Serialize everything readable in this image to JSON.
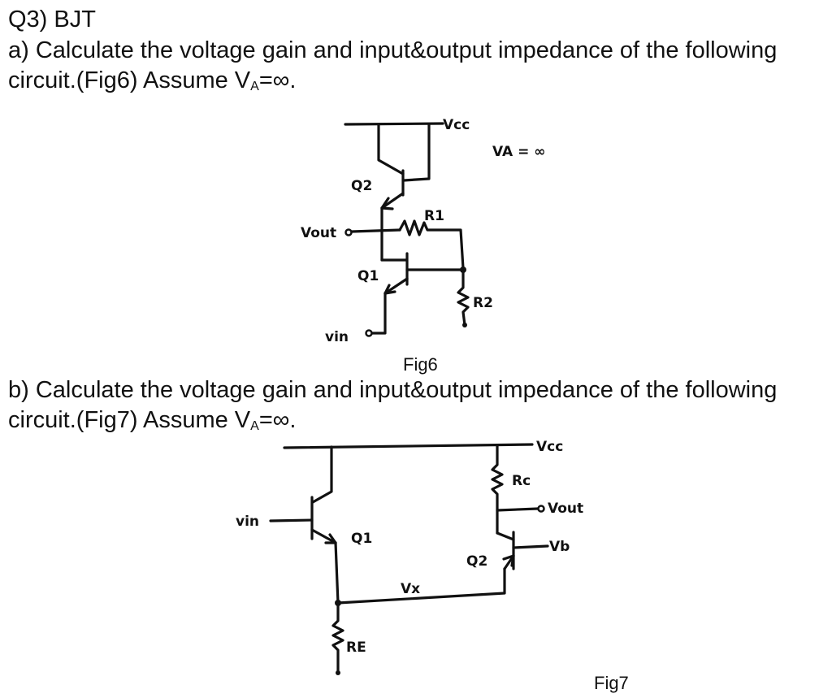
{
  "question": {
    "title": "Q3) BJT",
    "part_a": {
      "line1": "a)  Calculate the voltage gain and input&output impedance of the following",
      "line2_prefix": "circuit.(Fig6) Assume V",
      "subscript": "A",
      "line2_suffix": "=∞."
    },
    "part_b": {
      "line1": "b)  Calculate the voltage gain and input&output impedance of the following",
      "line2_prefix": "circuit.(Fig7) Assume V",
      "subscript": "A",
      "line2_suffix": "=∞."
    }
  },
  "fig6": {
    "caption": "Fig6",
    "labels": {
      "vcc": "Vcc",
      "va": "VA = ∞",
      "q2": "Q2",
      "q1": "Q1",
      "r1": "R1",
      "r2": "R2",
      "vout": "Vout",
      "vin": "vin"
    }
  },
  "fig7": {
    "caption": "Fig7",
    "labels": {
      "vcc": "Vcc",
      "rc": "Rc",
      "vout": "Vout",
      "vb": "Vb",
      "q1": "Q1",
      "q2": "Q2",
      "vx": "Vx",
      "vin": "vin",
      "re": "RE"
    }
  }
}
